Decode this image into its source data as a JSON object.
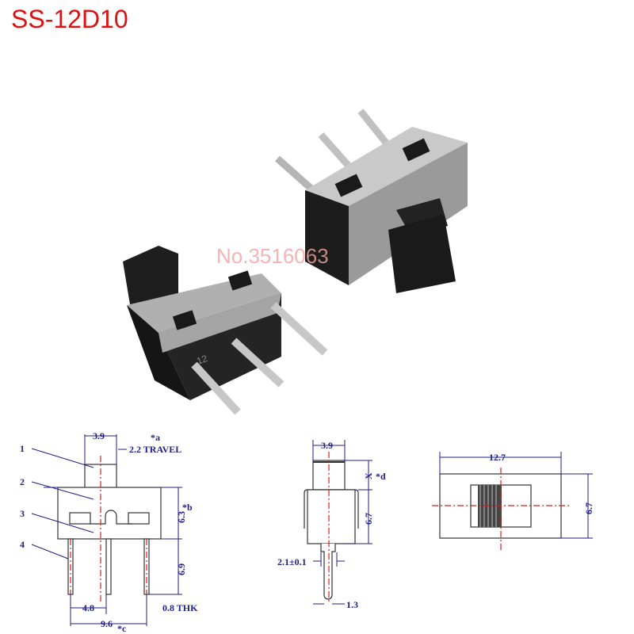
{
  "title": "SS-12D10",
  "watermark": "No.3516063",
  "part_marking": "12",
  "colors": {
    "title": "#e01010",
    "dimension": "#1f1f8a",
    "centerline": "#d02020"
  },
  "front_view": {
    "callouts": [
      "1",
      "2",
      "3",
      "4"
    ],
    "actuator_width": "3.9",
    "note_a": "*a",
    "travel": "2.2 TRAVEL",
    "body_height": "6.3",
    "note_b": "*b",
    "pin_length": "6.9",
    "pin_pitch": "4.8",
    "pin_thickness": "0.8 THK",
    "pin_span": "9.6",
    "note_c": "*c"
  },
  "side_view": {
    "actuator_width": "3.9",
    "actuator_height": "X",
    "note_d": "*d",
    "body_height": "6.7",
    "pin_base": "2.1±0.1",
    "pin_width": "1.3"
  },
  "top_view": {
    "length": "12.7",
    "width": "6.7"
  }
}
